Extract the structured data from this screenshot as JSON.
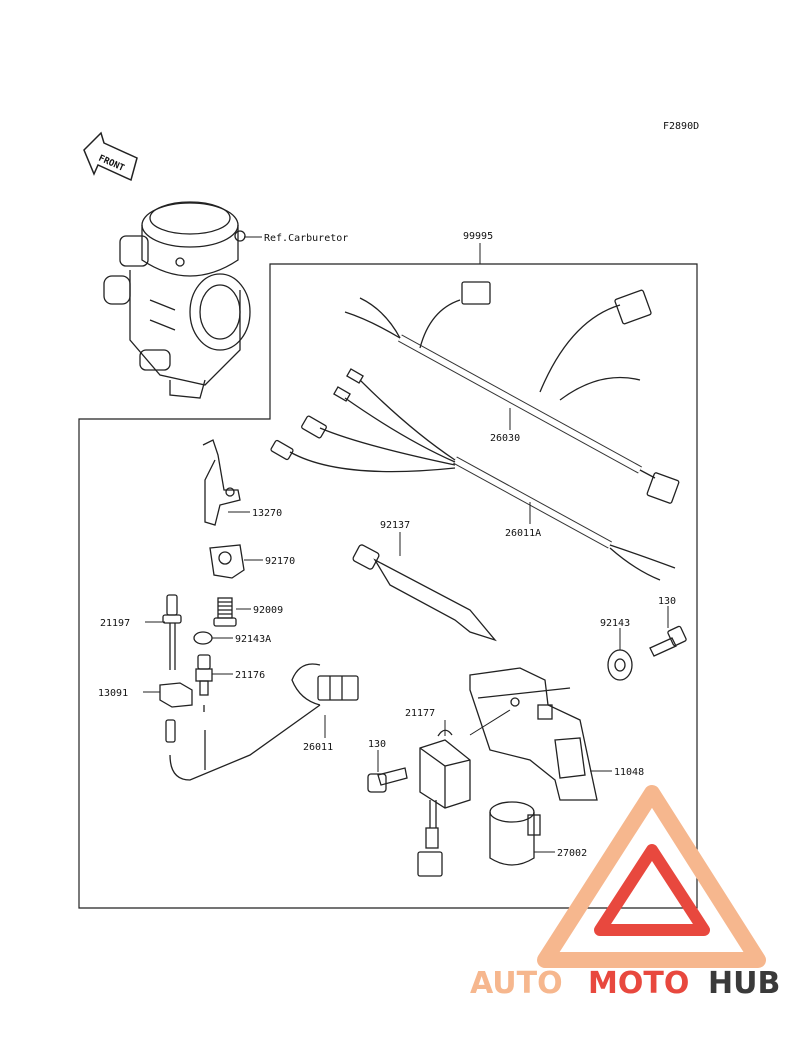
{
  "figure_code": "F2890D",
  "front_arrow_label": "FRONT",
  "ref_label": "Ref.Carburetor",
  "kit_label": "99995",
  "parts": {
    "p26030": "26030",
    "p26011A": "26011A",
    "p92137": "92137",
    "p13270": "13270",
    "p92170": "92170",
    "p92009": "92009",
    "p21197": "21197",
    "p92143A": "92143A",
    "p21176": "21176",
    "p13091": "13091",
    "p26011": "26011",
    "p92143": "92143",
    "p130_top": "130",
    "p21177": "21177",
    "p130_left": "130",
    "p11048": "11048",
    "p27002": "27002"
  },
  "watermark": {
    "word1": "AUTO",
    "word2": "MOTO",
    "word3": "HUB",
    "color_light": "#f6b78e",
    "color_red": "#e8483e",
    "color_dark": "#3a3a3a"
  }
}
